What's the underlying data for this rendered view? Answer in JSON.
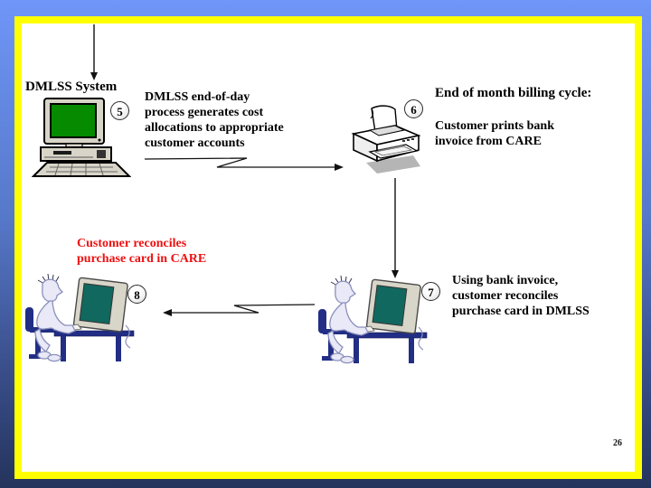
{
  "slide": {
    "page_number": "26",
    "labels": {
      "dmlss_system": "DMLSS System"
    },
    "steps": {
      "step5": {
        "badge": "5",
        "text": "DMLSS end-of-day\nprocess generates cost\nallocations to appropriate\ncustomer accounts"
      },
      "step6": {
        "badge": "6",
        "heading": "End of month billing cycle:",
        "text": "Customer prints bank\ninvoice from CARE"
      },
      "step7": {
        "badge": "7",
        "text": "Using bank invoice,\ncustomer reconciles\npurchase card in DMLSS"
      },
      "step8": {
        "badge": "8",
        "text": "Customer reconciles\npurchase card in CARE"
      }
    },
    "icons": {
      "desktop_computer": "desktop-computer-icon",
      "printer": "printer-icon",
      "person_at_computer": "person-at-computer-icon"
    },
    "colors": {
      "background_top": "#6F96F8",
      "background_bottom": "#24345C",
      "frame_yellow": "#FFFF00",
      "slide_white": "#FFFFFF",
      "text_black": "#000000",
      "accent_red": "#EE1111",
      "crt_screen_green": "#068A00",
      "workstation_screen_teal": "#11685E",
      "furniture_navy": "#222E85",
      "hardware_beige": "#D8D4C8"
    }
  }
}
